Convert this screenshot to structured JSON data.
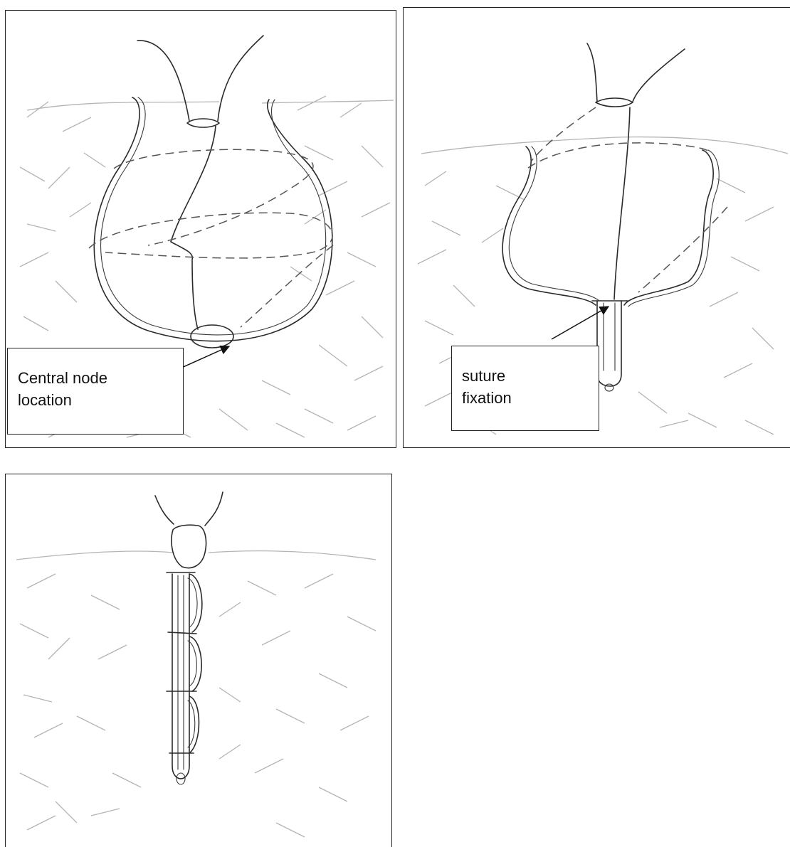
{
  "panels": [
    {
      "callout": {
        "lines": [
          "Central node",
          "location"
        ]
      }
    },
    {
      "callout": {
        "lines": [
          "suture",
          "fixation"
        ]
      }
    },
    {}
  ],
  "colors": {
    "line": "#2a2a2a",
    "tissue": "#b4b4b4",
    "frame": "#222222"
  }
}
